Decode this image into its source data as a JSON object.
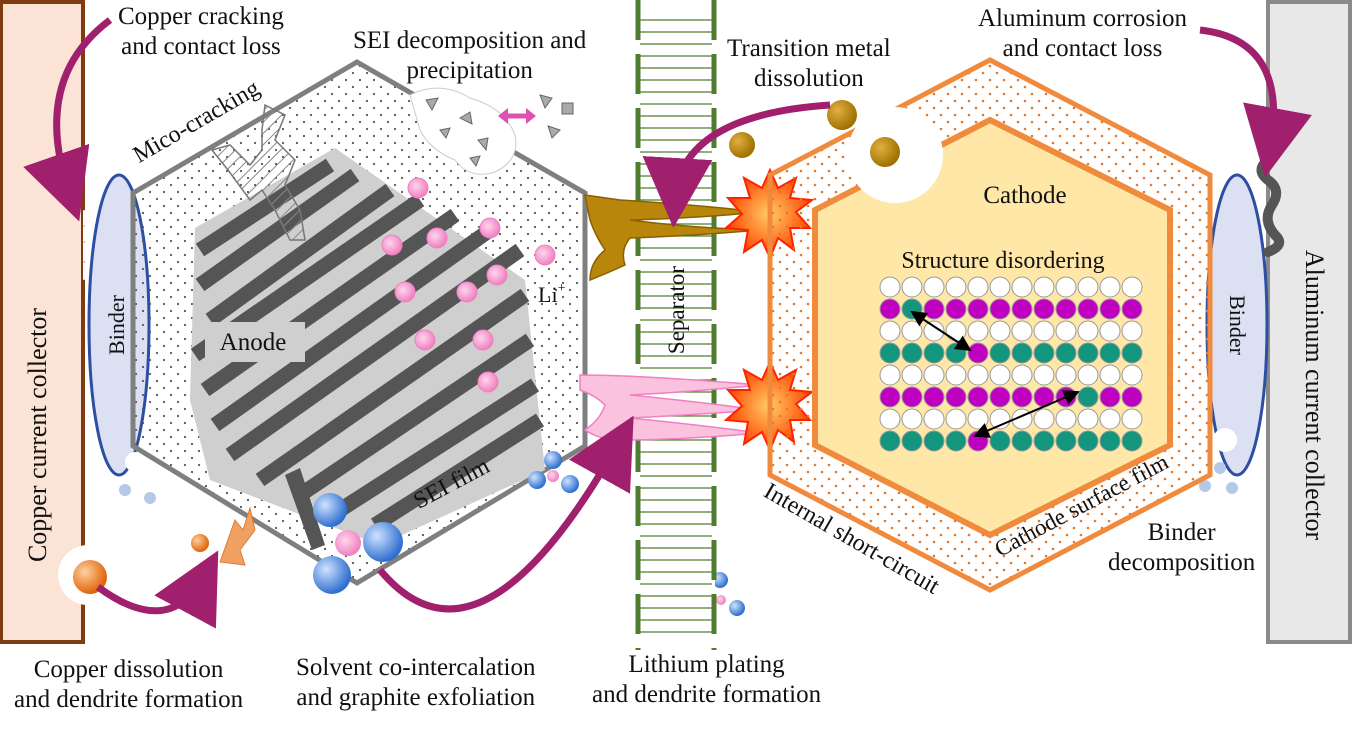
{
  "labels": {
    "copper_collector": "Copper current collector",
    "aluminum_collector": "Aluminum current collector",
    "binder_left": "Binder",
    "binder_right": "Binder",
    "anode": "Anode",
    "cathode": "Cathode",
    "separator": "Separator",
    "sei_film": "SEI film",
    "li_ion": "Li",
    "li_ion_sup": "+",
    "cathode_surface_film": "Cathode surface film",
    "structure_disordering": "Structure disordering",
    "mico_cracking": "Mico-cracking",
    "internal_short_circuit": "Internal short-circuit",
    "copper_cracking_1": "Copper cracking",
    "copper_cracking_2": "and contact loss",
    "sei_decomp_1": "SEI decomposition and",
    "sei_decomp_2": "precipitation",
    "tm_dissolution_1": "Transition metal",
    "tm_dissolution_2": "dissolution",
    "al_corrosion_1": "Aluminum corrosion",
    "al_corrosion_2": "and  contact loss",
    "cu_dissolution_1": "Copper dissolution",
    "cu_dissolution_2": "and  dendrite formation",
    "solvent_1": "Solvent co-intercalation",
    "solvent_2": "and graphite exfoliation",
    "li_plating_1": "Lithium plating",
    "li_plating_2": "and dendrite formation",
    "binder_decomp_1": "Binder",
    "binder_decomp_2": "decomposition"
  },
  "colors": {
    "copper_fill": "#fbe3d6",
    "copper_border": "#7f3b12",
    "aluminum_fill": "#e8e8e8",
    "aluminum_border": "#8a8a8a",
    "binder_fill": "#dbe1f2",
    "binder_border": "#2c4ea3",
    "anode_border": "#7f7f7f",
    "cathode_border": "#f08a3c",
    "cathode_fill": "#ffe7a8",
    "separator_green": "#4f7d2f",
    "li_pink": "#f19bd0",
    "arrow_magenta": "#a0206e",
    "dendrite_brown": "#b8860b",
    "metal_gold": "#b8860b",
    "purple_atom": "#c000c0",
    "teal_atom": "#14967e",
    "spark_red": "#ff3300"
  },
  "lattice_rows": [
    "white",
    "purple",
    "white",
    "teal",
    "white",
    "purple",
    "white",
    "teal"
  ]
}
